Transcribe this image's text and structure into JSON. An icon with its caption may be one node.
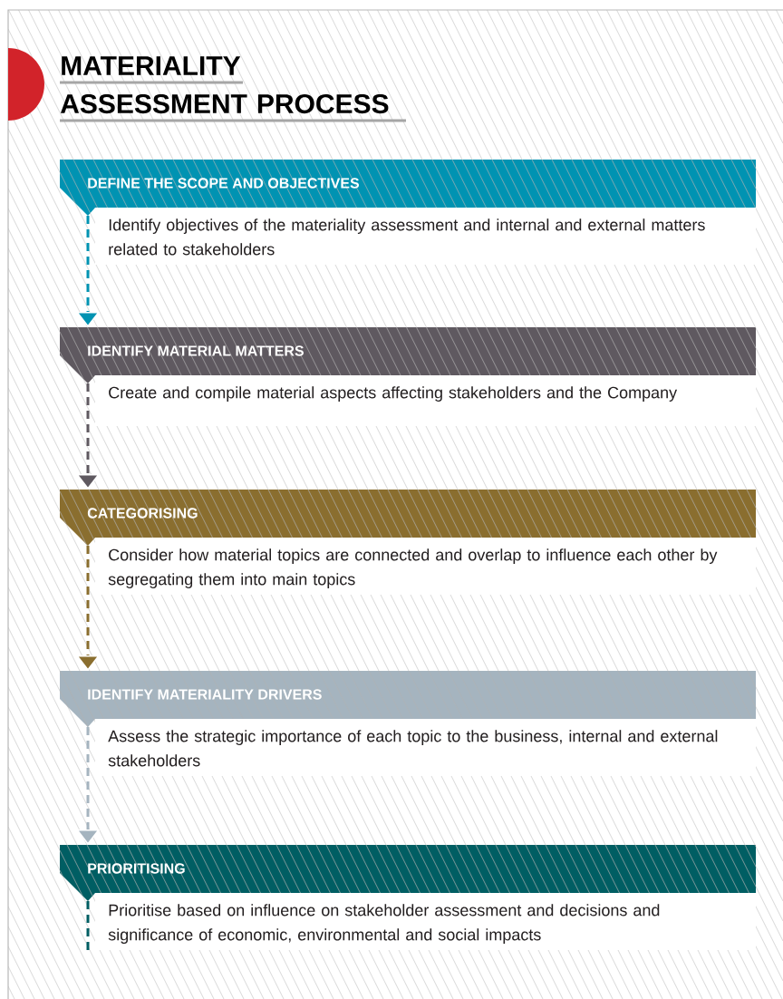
{
  "diagram": {
    "title": "MATERIALITY ASSESSMENT PROCESS",
    "nodes": [
      {
        "text": [
          "DEFINE THE SCOPE AND OBJECTIVES",
          "Identify objectives of the materiality assessment and internal and external matters related to stakeholders"
        ]
      },
      {
        "text": [
          "IDENTIFY MATERIAL MATTERS",
          "Create and compile material aspects affecting stakeholders and the Company"
        ]
      },
      {
        "text": [
          "CATEGORISING",
          "Consider how material topics are connected and overlap to influence each other by segregating them into main topics"
        ]
      },
      {
        "text": [
          "IDENTIFY MATERIALITY DRIVERS",
          "Assess the strategic importance of each topic to the business, internal and external stakeholders"
        ]
      },
      {
        "text": [
          "PRIORITISING",
          "Prioritise based on influence on stakeholder assessment and decisions and significance of economic, environmental and social impacts"
        ]
      }
    ],
    "edges": [
      {
        "from": 0,
        "to": 1,
        "arrow": "to",
        "style": "dashed",
        "color": "#0093b2"
      },
      {
        "from": 1,
        "to": 2,
        "arrow": "to",
        "style": "dashed",
        "color": "#5f5960"
      },
      {
        "from": 2,
        "to": 3,
        "arrow": "to",
        "style": "dashed",
        "color": "#8a6e2f"
      },
      {
        "from": 3,
        "to": 4,
        "arrow": "to",
        "style": "dashed",
        "color": "#a5b4bf"
      },
      {
        "from": 4,
        "to": null,
        "arrow": "none",
        "style": "dashed",
        "color": "#005e63"
      }
    ]
  }
}
